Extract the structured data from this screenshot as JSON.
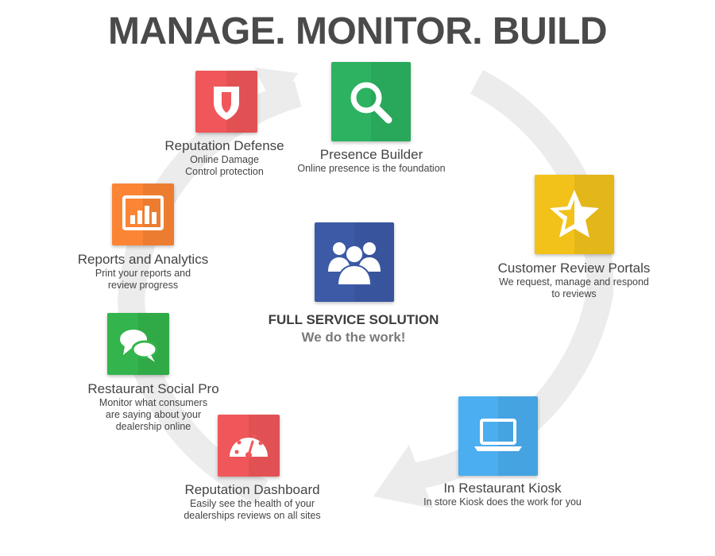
{
  "title": "MANAGE. MONITOR. BUILD",
  "colors": {
    "ring": "#ececec",
    "red": "#f0575a",
    "green": "#2cb261",
    "orange": "#fb8534",
    "yellow": "#f2c21b",
    "blue": "#4aaef0",
    "navy": "#3c5aa6",
    "social_green": "#34b44c"
  },
  "center": {
    "icon": "users-group-icon",
    "title": "FULL SERVICE SOLUTION",
    "subtitle": "We do the work!"
  },
  "services": {
    "reputation_defense": {
      "icon": "shield-icon",
      "title": "Reputation Defense",
      "desc1": "Online Damage",
      "desc2": "Control protection"
    },
    "presence_builder": {
      "icon": "magnifier-icon",
      "title": "Presence Builder",
      "desc1": "Online presence is the foundation"
    },
    "customer_review_portals": {
      "icon": "star-icon",
      "title": "Customer Review Portals",
      "desc1": "We request, manage and respond",
      "desc2": "to reviews"
    },
    "reports_analytics": {
      "icon": "bar-chart-icon",
      "title": "Reports and Analytics",
      "desc1": "Print your reports and",
      "desc2": "review progress"
    },
    "restaurant_social_pro": {
      "icon": "chat-bubbles-icon",
      "title": "Restaurant Social Pro",
      "desc1": "Monitor what consumers",
      "desc2": "are saying about your",
      "desc3": "dealership online"
    },
    "reputation_dashboard": {
      "icon": "gauge-icon",
      "title": "Reputation Dashboard",
      "desc1": "Easily see the health of your",
      "desc2": "dealerships reviews on all sites"
    },
    "in_restaurant_kiosk": {
      "icon": "laptop-icon",
      "title": "In Restaurant Kiosk",
      "desc1": "In store Kiosk does the work for you"
    }
  }
}
